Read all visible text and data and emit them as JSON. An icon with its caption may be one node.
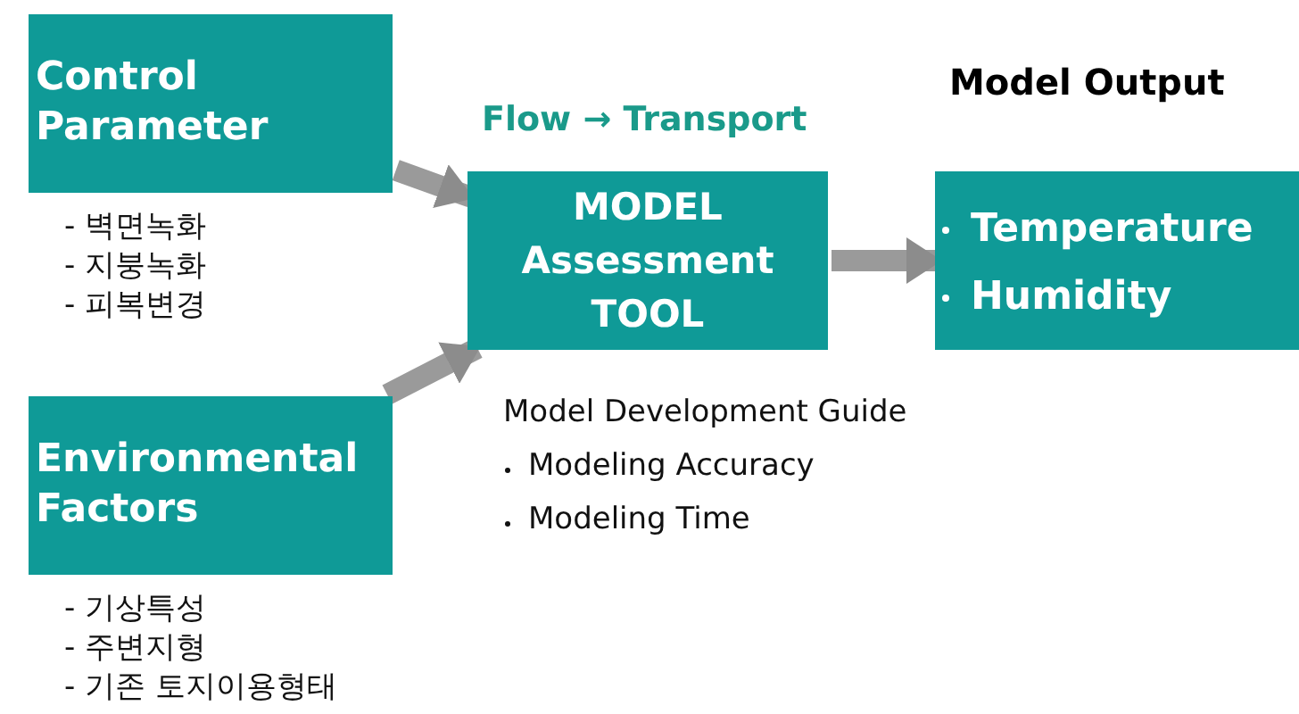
{
  "diagram": {
    "nodes": [
      {
        "text": [
          "Control Parameter"
        ],
        "beside": [
          "- 벽면녹화",
          "- 지붕녹화",
          "- 피복변경"
        ]
      },
      {
        "text": [
          "Environmental Factors"
        ],
        "beside": [
          "- 기상특성",
          "- 주변지형",
          "- 기존 토지이용형태"
        ]
      },
      {
        "text": [
          "MODEL Assessment TOOL"
        ]
      },
      {
        "text": [
          "Temperature",
          "Humidity"
        ]
      }
    ],
    "edges": [
      {
        "from": 0,
        "to": 2,
        "arrow": "to"
      },
      {
        "from": 1,
        "to": 2,
        "arrow": "to"
      },
      {
        "from": 2,
        "to": 3,
        "arrow": "to"
      }
    ],
    "labels": [
      "Model Output",
      "Flow → Transport",
      "Model Development Guide",
      "Modeling Accuracy",
      "Modeling Time"
    ]
  }
}
